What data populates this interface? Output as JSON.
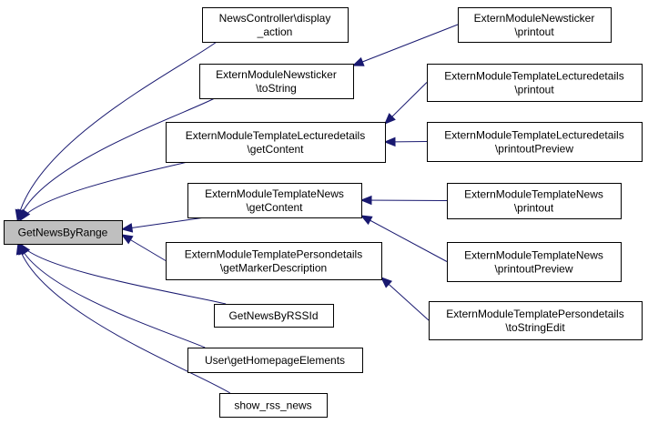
{
  "graph": {
    "edge_color": "#191970",
    "root_fill": "#bfbfbf",
    "nodes": [
      {
        "id": "root",
        "lines": [
          "GetNewsByRange"
        ],
        "root": true
      },
      {
        "id": "nc_display",
        "lines": [
          "NewsController\\display",
          "_action"
        ]
      },
      {
        "id": "emn_tostring",
        "lines": [
          "ExternModuleNewsticker",
          "\\toString"
        ]
      },
      {
        "id": "emtl_getcontent",
        "lines": [
          "ExternModuleTemplateLecturedetails",
          "\\getContent"
        ]
      },
      {
        "id": "emtn_getcontent",
        "lines": [
          "ExternModuleTemplateNews",
          "\\getContent"
        ]
      },
      {
        "id": "emtp_getmarker",
        "lines": [
          "ExternModuleTemplatePersondetails",
          "\\getMarkerDescription"
        ]
      },
      {
        "id": "getnewsbyrssid",
        "lines": [
          "GetNewsByRSSId"
        ]
      },
      {
        "id": "user_gethome",
        "lines": [
          "User\\getHomepageElements"
        ]
      },
      {
        "id": "show_rss",
        "lines": [
          "show_rss_news"
        ]
      },
      {
        "id": "emn_printout",
        "lines": [
          "ExternModuleNewsticker",
          "\\printout"
        ]
      },
      {
        "id": "emtl_printout",
        "lines": [
          "ExternModuleTemplateLecturedetails",
          "\\printout"
        ]
      },
      {
        "id": "emtl_preview",
        "lines": [
          "ExternModuleTemplateLecturedetails",
          "\\printoutPreview"
        ]
      },
      {
        "id": "emtn_printout",
        "lines": [
          "ExternModuleTemplateNews",
          "\\printout"
        ]
      },
      {
        "id": "emtn_preview",
        "lines": [
          "ExternModuleTemplateNews",
          "\\printoutPreview"
        ]
      },
      {
        "id": "emtp_tostringedit",
        "lines": [
          "ExternModuleTemplatePersondetails",
          "\\toStringEdit"
        ]
      }
    ],
    "edges": [
      {
        "from": "nc_display",
        "to": "root"
      },
      {
        "from": "emn_tostring",
        "to": "root"
      },
      {
        "from": "emtl_getcontent",
        "to": "root"
      },
      {
        "from": "emtn_getcontent",
        "to": "root"
      },
      {
        "from": "emtp_getmarker",
        "to": "root"
      },
      {
        "from": "getnewsbyrssid",
        "to": "root"
      },
      {
        "from": "user_gethome",
        "to": "root"
      },
      {
        "from": "show_rss",
        "to": "root"
      },
      {
        "from": "emn_printout",
        "to": "emn_tostring"
      },
      {
        "from": "emtl_printout",
        "to": "emtl_getcontent"
      },
      {
        "from": "emtl_preview",
        "to": "emtl_getcontent"
      },
      {
        "from": "emtn_printout",
        "to": "emtn_getcontent"
      },
      {
        "from": "emtn_preview",
        "to": "emtn_getcontent"
      },
      {
        "from": "emtp_tostringedit",
        "to": "emtp_getmarker"
      }
    ]
  }
}
